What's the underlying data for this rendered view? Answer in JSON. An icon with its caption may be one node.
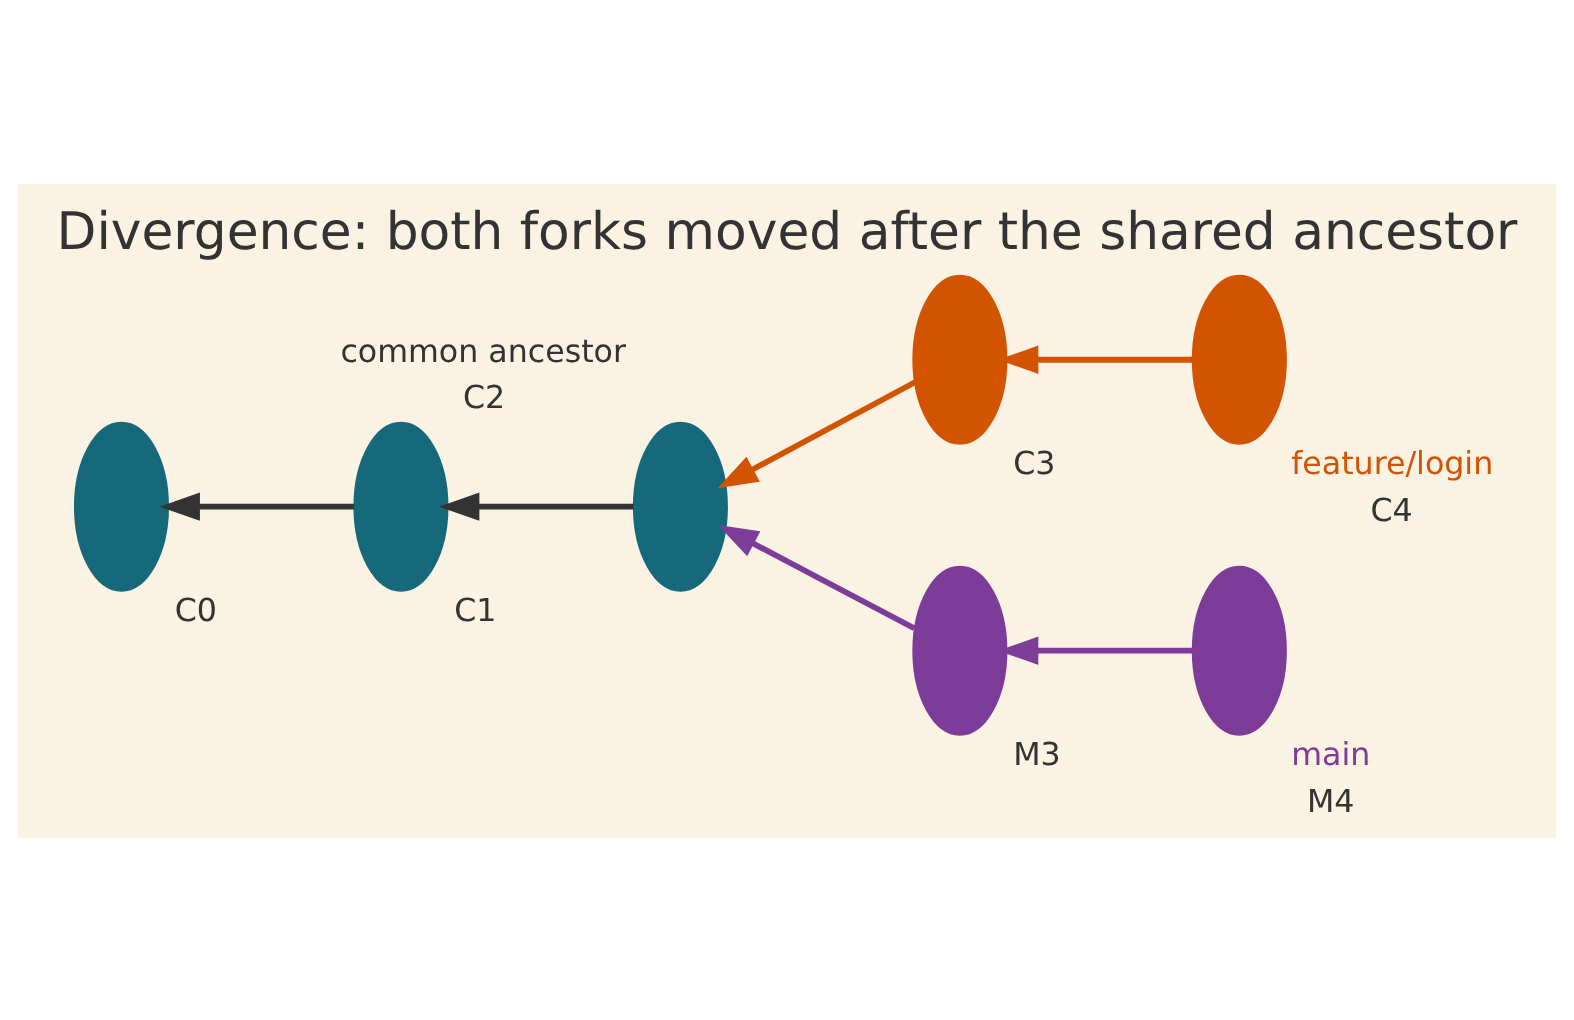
{
  "diagram": {
    "title": "Divergence: both forks moved after the shared ancestor",
    "nodes": [
      {
        "text": [],
        "shape": "ellipse",
        "beside": [
          "C0"
        ]
      },
      {
        "text": [],
        "shape": "ellipse",
        "beside": [
          "C1"
        ]
      },
      {
        "text": [],
        "shape": "ellipse",
        "beside": [
          "common ancestor",
          "C2"
        ]
      },
      {
        "text": [],
        "shape": "ellipse",
        "beside": [
          "C3"
        ]
      },
      {
        "text": [],
        "shape": "ellipse",
        "beside": [
          "feature/login",
          "C4"
        ]
      },
      {
        "text": [],
        "shape": "ellipse",
        "beside": [
          "M3"
        ]
      },
      {
        "text": [],
        "shape": "ellipse",
        "beside": [
          "main",
          "M4"
        ]
      }
    ],
    "edges": [
      {
        "from": 1,
        "to": 0,
        "arrow": "to"
      },
      {
        "from": 2,
        "to": 1,
        "arrow": "to"
      },
      {
        "from": 3,
        "to": 2,
        "arrow": "to",
        "color": "#d35400"
      },
      {
        "from": 4,
        "to": 3,
        "arrow": "to",
        "color": "#d35400"
      },
      {
        "from": 5,
        "to": 2,
        "arrow": "to",
        "color": "#7d3c98"
      },
      {
        "from": 6,
        "to": 5,
        "arrow": "to",
        "color": "#7d3c98"
      }
    ]
  }
}
